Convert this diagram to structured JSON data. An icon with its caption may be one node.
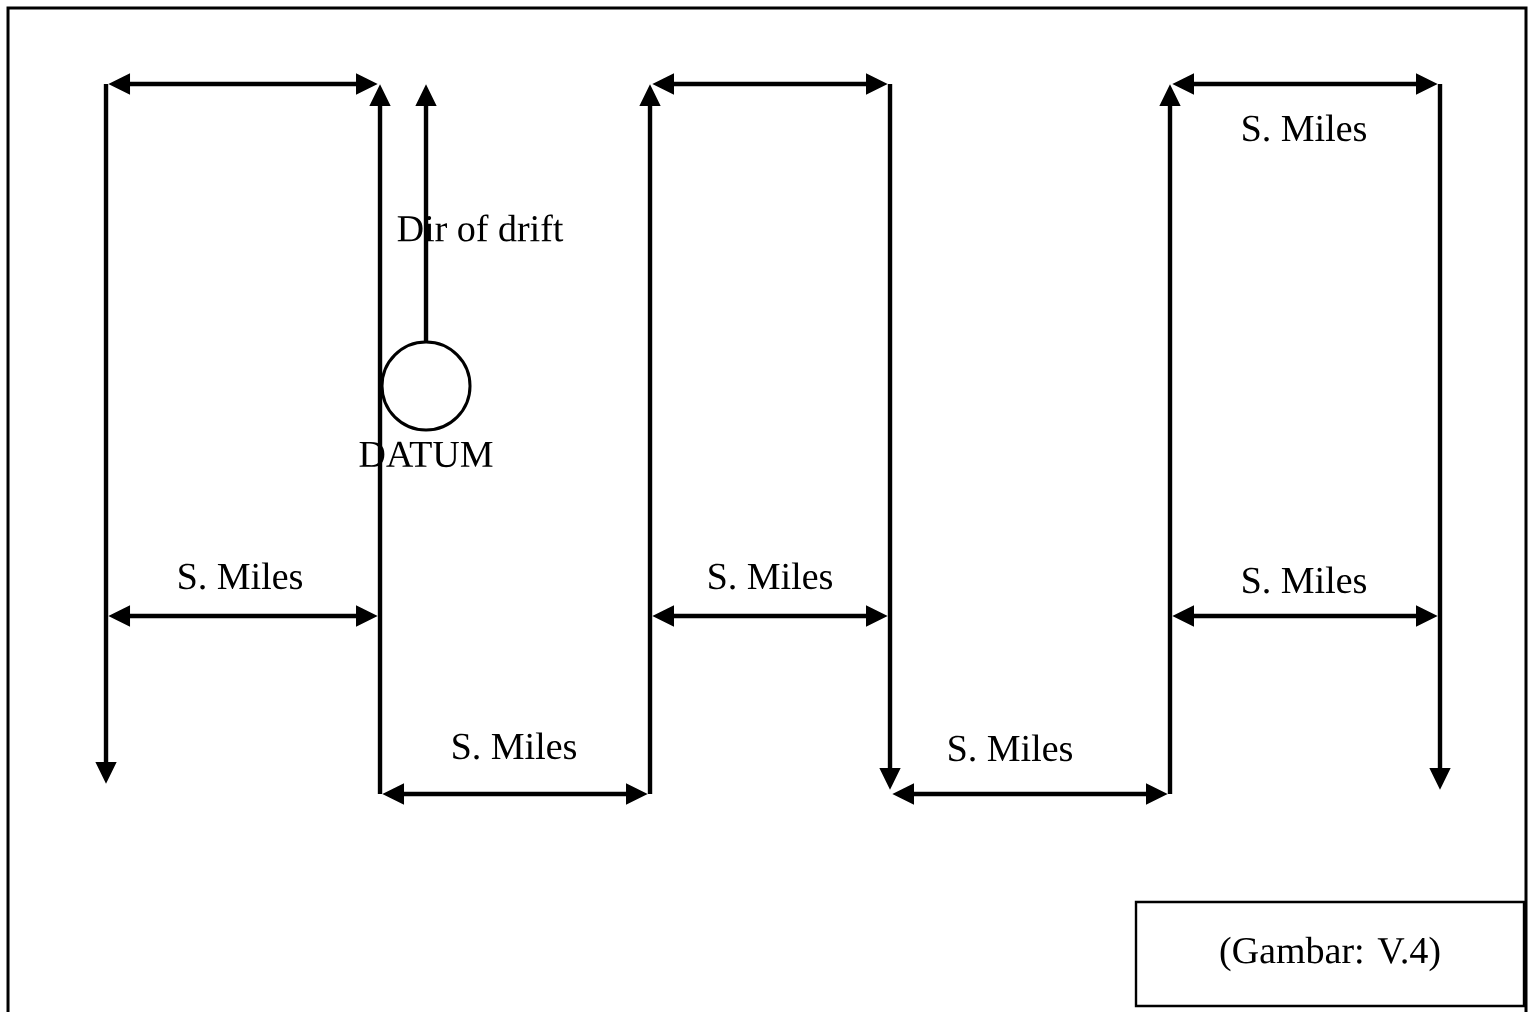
{
  "diagram": {
    "nodes": [
      {
        "text": [],
        "shape": "circle",
        "beside": [
          "DATUM"
        ]
      },
      {
        "text": [
          "(Gambar: V.4)"
        ]
      }
    ],
    "labels": [
      "Dir of drift",
      "S. Miles",
      "S. Miles",
      "S. Miles",
      "S. Miles",
      "S. Miles",
      "S. Miles"
    ]
  }
}
